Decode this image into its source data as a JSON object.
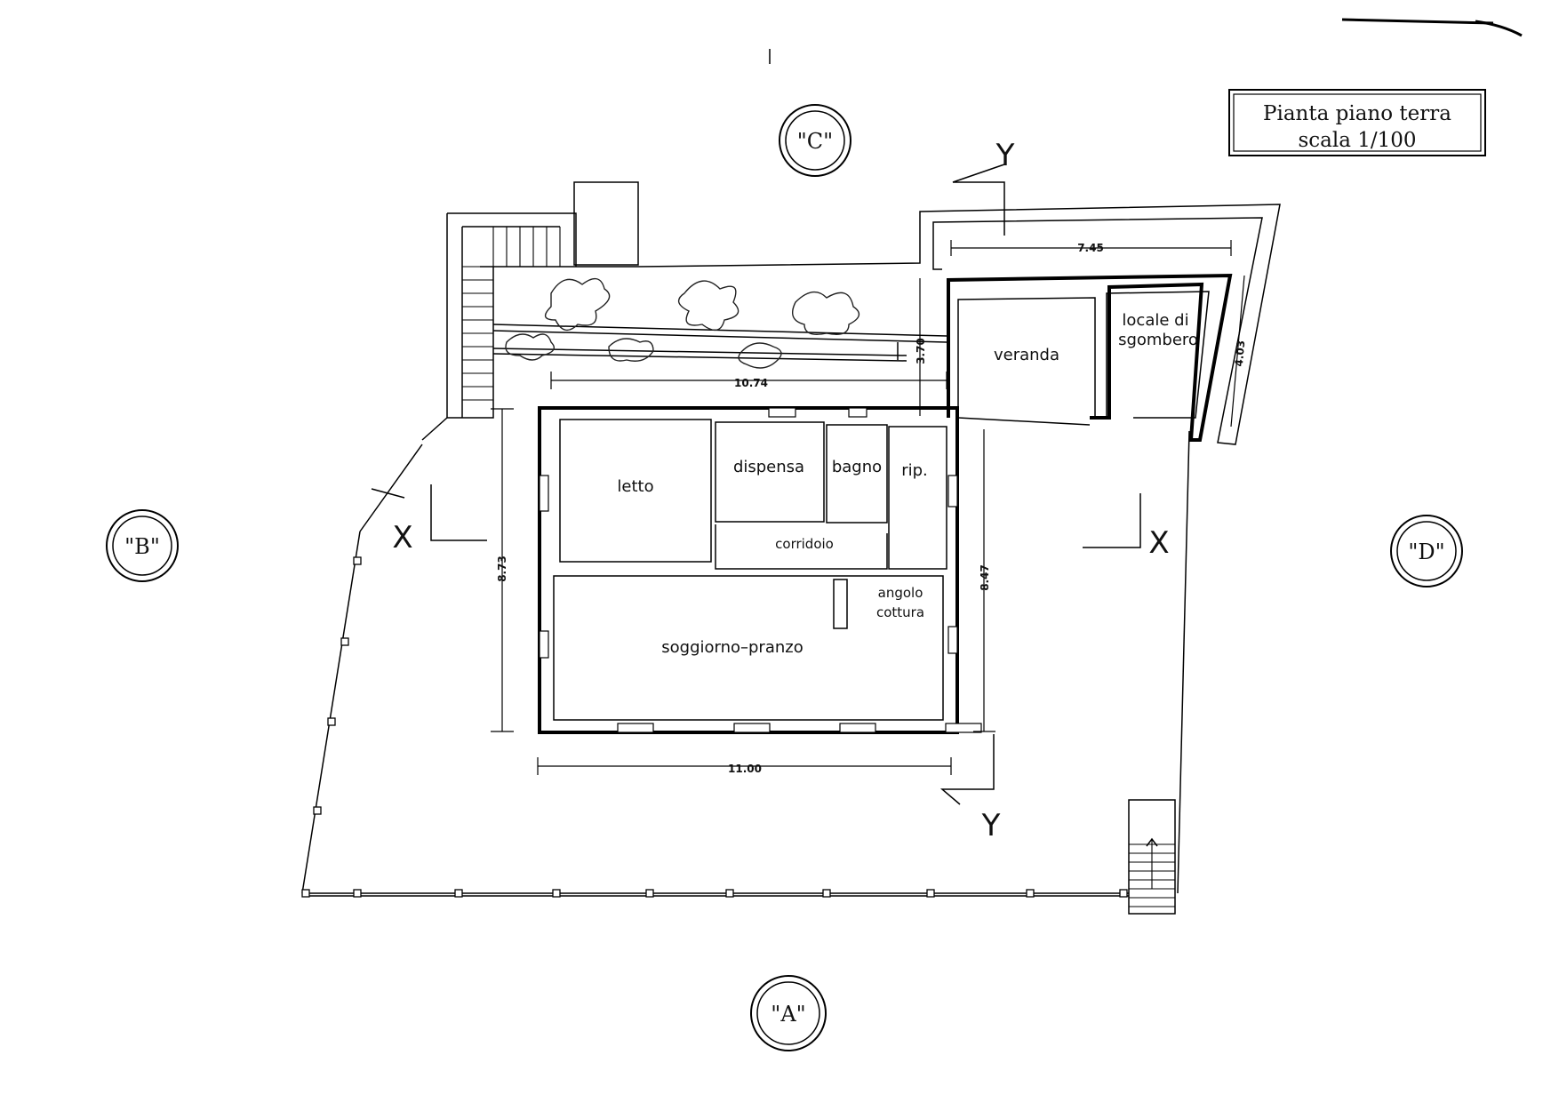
{
  "title": {
    "line1": "Pianta piano terra",
    "line2": "scala 1/100"
  },
  "elevations": {
    "north": "\"C\"",
    "west": "\"B\"",
    "east": "\"D\"",
    "south": "\"A\""
  },
  "section_marks": {
    "x_left": "X",
    "x_right": "X",
    "y_top": "Y",
    "y_bottom": "Y"
  },
  "rooms": {
    "letto": "letto",
    "dispensa": "dispensa",
    "bagno": "bagno",
    "rip": "rip.",
    "corridoio": "corridoio",
    "soggiorno": "soggiorno–pranzo",
    "angolo_line1": "angolo",
    "angolo_line2": "cottura",
    "veranda": "veranda",
    "locale_line1": "locale di",
    "locale_line2": "sgombero"
  },
  "dimensions": {
    "terrace_width": "10.74",
    "terrace_depth": "3.70",
    "house_width": "11.00",
    "house_depth_left": "8.73",
    "house_depth_right": "8.47",
    "annex_width": "7.45",
    "annex_depth": "4.03"
  }
}
